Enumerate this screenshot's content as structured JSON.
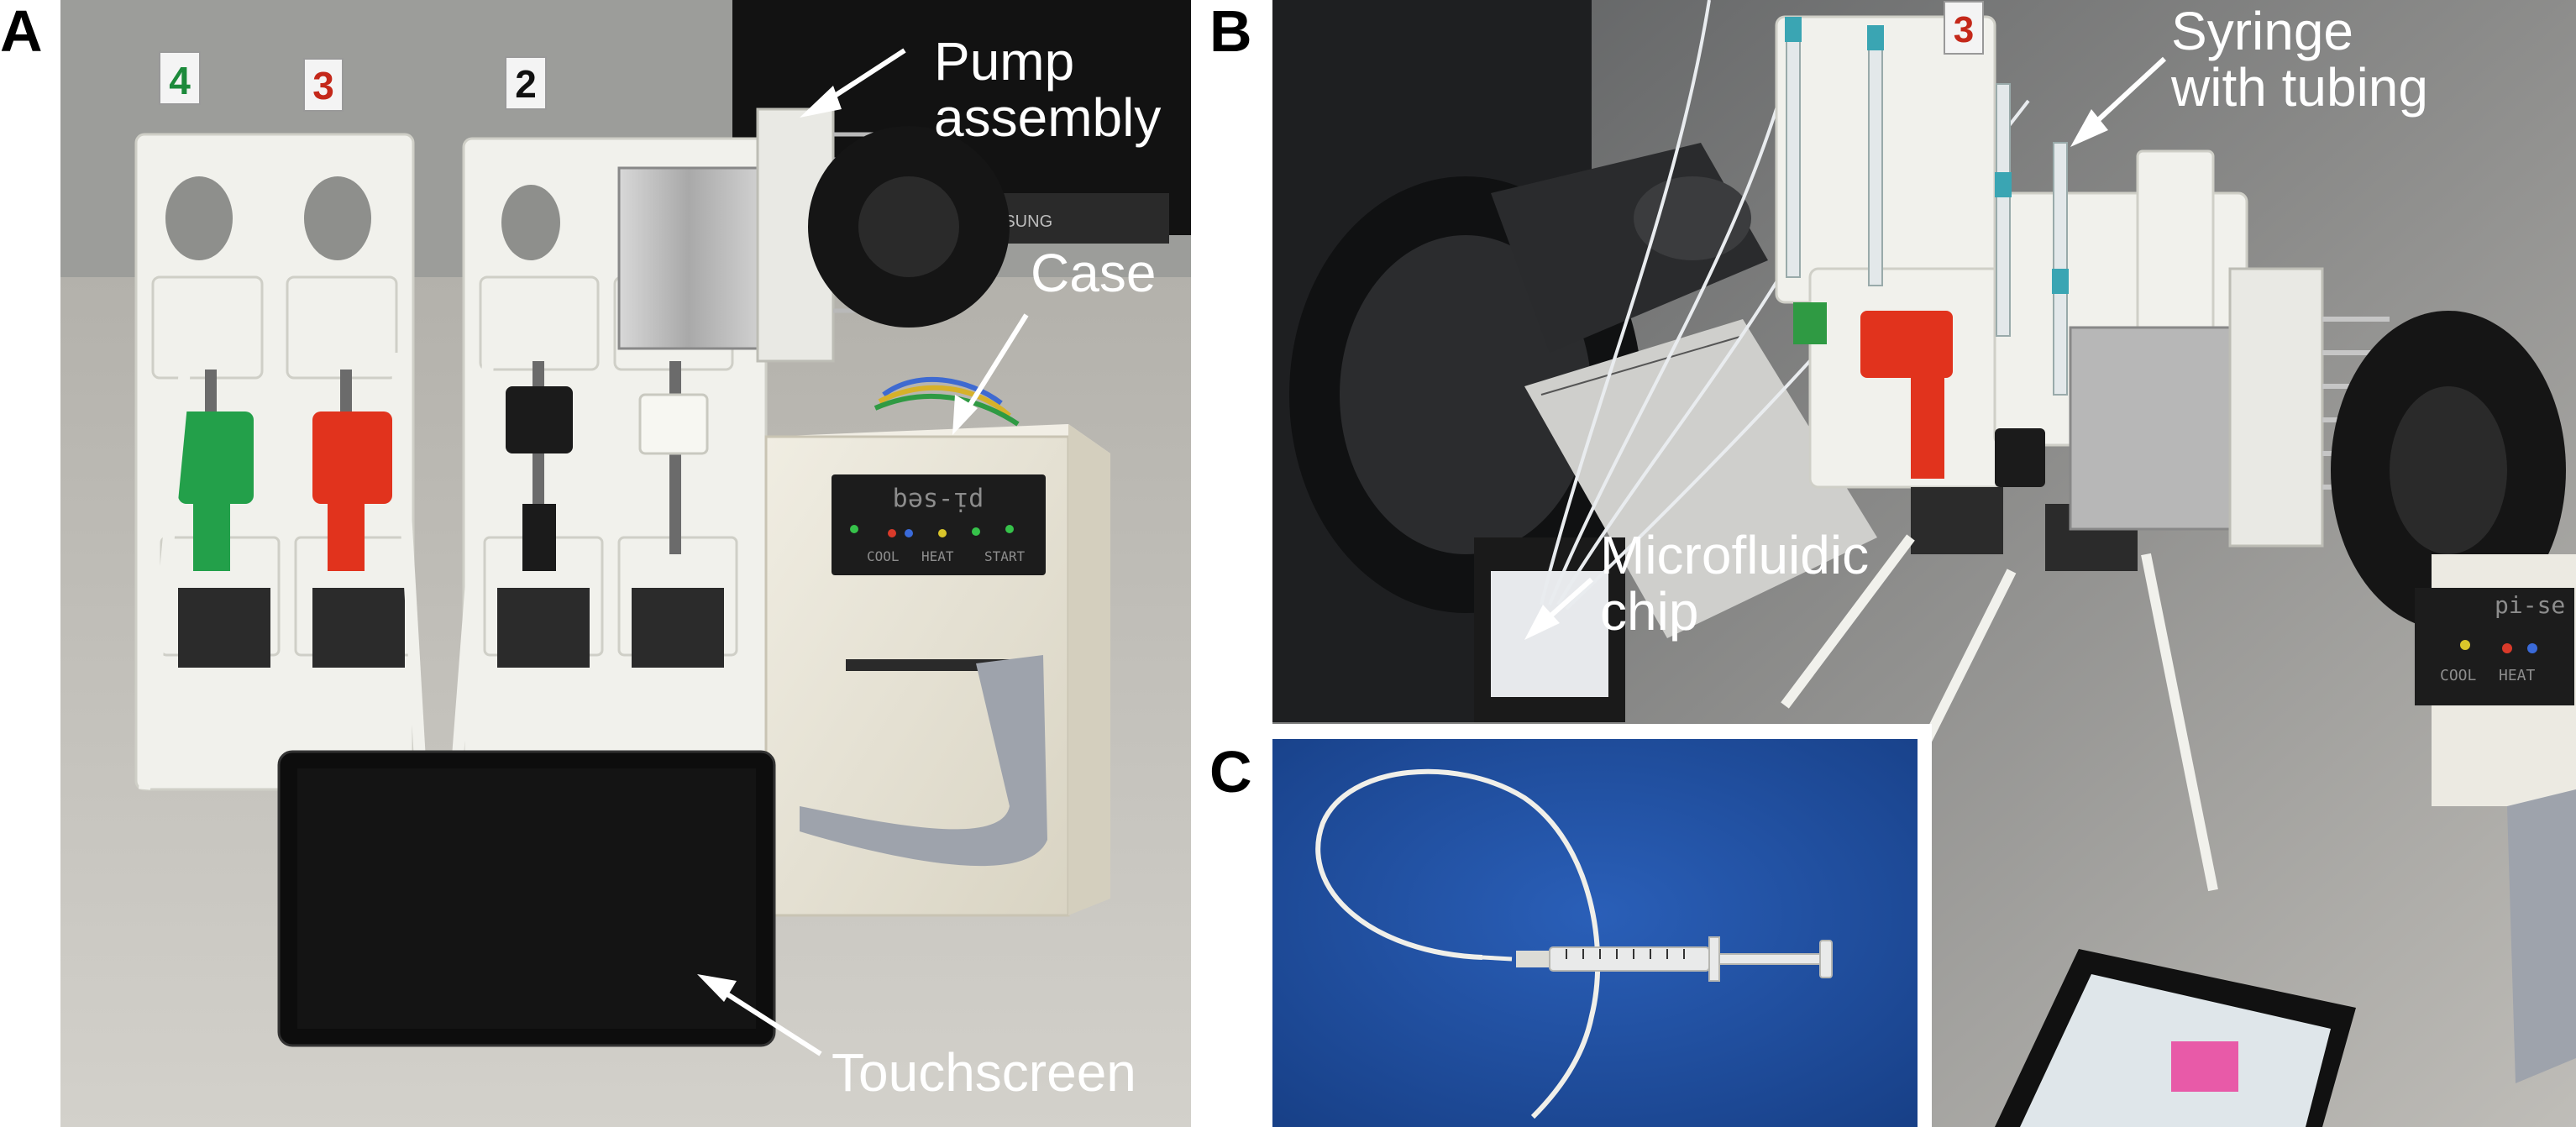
{
  "panels": {
    "a": {
      "label": "A"
    },
    "b": {
      "label": "B"
    },
    "c": {
      "label": "C"
    }
  },
  "annotations": {
    "pump_assembly": [
      "Pump",
      "assembly"
    ],
    "case": "Case",
    "touchscreen": "Touchscreen",
    "syringe_with_tubing": [
      "Syringe",
      "with tubing"
    ],
    "microfluidic_chip": [
      "Microfluidic",
      "chip"
    ]
  },
  "device_text": {
    "syringe_numbers": [
      "4",
      "3",
      "2"
    ],
    "panel_b_syringe_number": "3",
    "case_lid_brand": "pi-seq",
    "case_lid_buttons": [
      "COOL",
      "HEAT",
      "START"
    ],
    "panel_b_lid_brand": "pi-se",
    "panel_b_lid_buttons": [
      "COOL",
      "HEAT"
    ],
    "monitor_brand": "SAMSUNG"
  },
  "colors": {
    "panel_a_background": "#8e8f8c",
    "bench_surface": "#c8c6c0",
    "panel_b_background": "#4a4c4e",
    "panel_c_background": "#1f4fa3",
    "pump_white": "#f1f1ec",
    "syringe_green": "#23a04a",
    "syringe_red": "#e1331d",
    "annotation_text": "#ffffff"
  }
}
